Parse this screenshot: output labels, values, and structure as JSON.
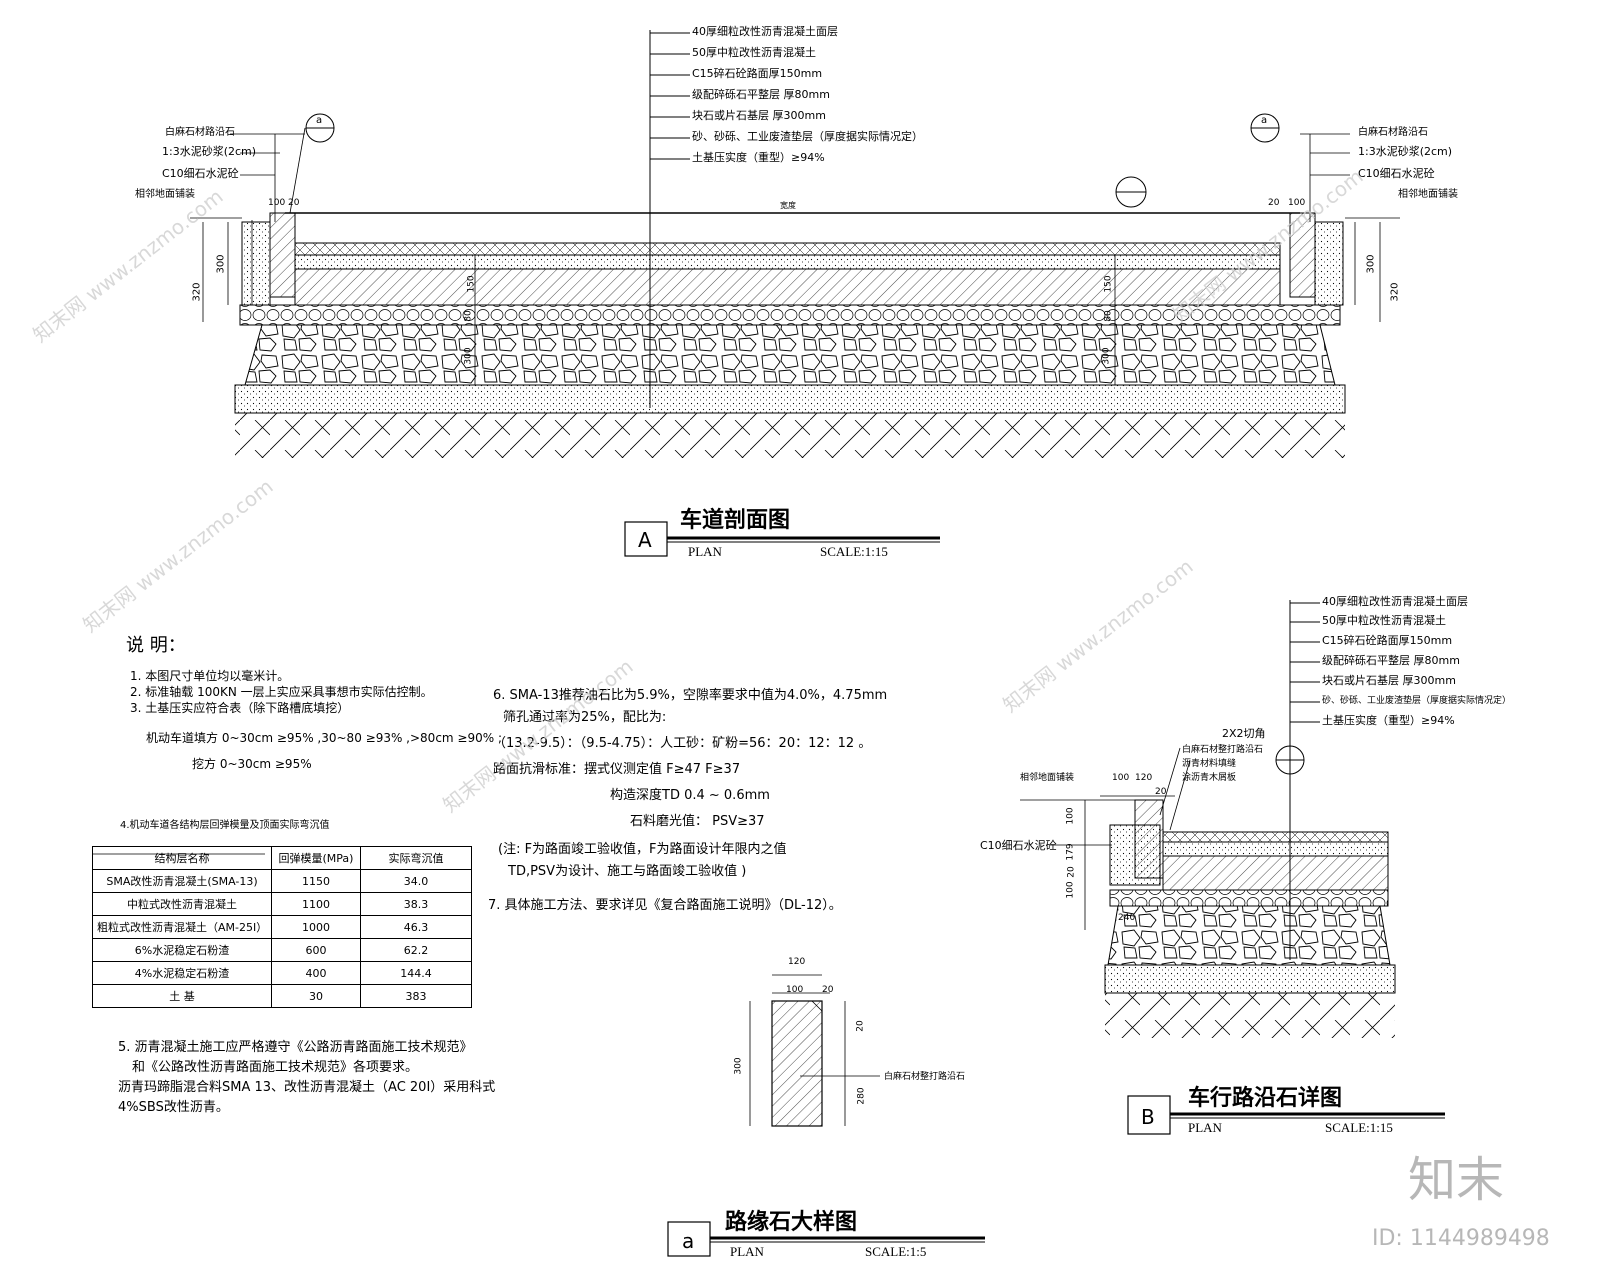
{
  "layers": [
    "40厚细粒改性沥青混凝土面层",
    "50厚中粒改性沥青混凝土",
    "C15碎石砼路面厚150mm",
    "级配碎砾石平整层 厚80mm",
    "块石或片石基层 厚300mm",
    "砂、砂砾、工业废渣垫层（厚度据实际情况定）",
    "土基压实度（重型）≥94%"
  ],
  "curb_left": [
    "白麻石材路沿石",
    "1:3水泥砂浆(2cm)",
    "C10细石水泥砼",
    "相邻地面铺装"
  ],
  "curb_right": [
    "白麻石材路沿石",
    "1:3水泥砂浆(2cm)",
    "C10细石水泥砼",
    "相邻地面铺装"
  ],
  "section_a": {
    "dims": {
      "d1": "100",
      "d2": "20",
      "d3": "300",
      "d4": "320",
      "d5": "20",
      "d6": "150",
      "d7": "80",
      "d8": "300",
      "d9": "100",
      "d10": "20",
      "width": "宽度"
    },
    "ref_left": "a",
    "ref_right": "a",
    "ref_mid": "—",
    "letter": "A",
    "title": "车道剖面图",
    "plan": "PLAN",
    "scale": "SCALE:1:15"
  },
  "notes": {
    "heading": "说 明：",
    "items": [
      "1. 本图尺寸单位均以毫米计。",
      "2. 标准轴载 100KN 一层上实应采具事想市实际估控制。",
      "3. 土基压实应符合表（除下路槽底填挖）",
      "机动车道填方 0~30cm ≥95% ,30~80 ≥93% ,>80cm ≥90% ;",
      "挖方 0~30cm ≥95%"
    ],
    "table_title": "4.机动车道各结构层回弹模量及顶面实际弯沉值",
    "table_header": [
      "结构层名称",
      "回弹模量(MPa)",
      "实际弯沉值"
    ],
    "table_rows": [
      [
        "SMA改性沥青混凝土(SMA-13)",
        "1150",
        "34.0"
      ],
      [
        "中粒式改性沥青混凝土",
        "1100",
        "38.3"
      ],
      [
        "粗粒式改性沥青混凝土（AM-25I）",
        "1000",
        "46.3"
      ],
      [
        "6%水泥稳定石粉渣",
        "600",
        "62.2"
      ],
      [
        "4%水泥稳定石粉渣",
        "400",
        "144.4"
      ],
      [
        "土 基",
        "30",
        "383"
      ]
    ],
    "item5a": "5. 沥青混凝土施工应严格遵守《公路沥青路面施工技术规范》",
    "item5b": "和《公路改性沥青路面施工技术规范》各项要求。",
    "item5c": "沥青玛蹄脂混合料SMA 13、改性沥青混凝土（AC 20I）采用科式",
    "item5d": "4%SBS改性沥青。",
    "mid1": "6. SMA-13推荐油石比为5.9%，空隙率要求中值为4.0%，4.75mm",
    "mid2": "筛孔通过率为25%，配比为:",
    "mid3": "（13.2-9.5）：（9.5-4.75）：人工砂：矿粉=56：20：12：12 。",
    "mid4": "路面抗滑标准：摆式仪测定值 F≥47 F≥37",
    "mid5": "构造深度TD 0.4 ~ 0.6mm",
    "mid6": "石料磨光值： PSV≥37",
    "mid7": "(注: F为路面竣工验收值，F为路面设计年限内之值",
    "mid8": "TD,PSV为设计、施工与路面竣工验收值 )",
    "mid9": "7. 具体施工方法、要求详见《复合路面施工说明》（DL-12）。"
  },
  "detail_b": {
    "labels": [
      "2X2切角",
      "白麻石材整打路沿石",
      "沥青材料填缝",
      "涂沥青木屑板",
      "相邻地面铺装",
      "C10细石水泥砼"
    ],
    "dims": {
      "a": "100",
      "b": "120",
      "c": "20",
      "d": "100",
      "e": "179",
      "f": "100",
      "g": "20",
      "h": "240"
    },
    "letter": "B",
    "title": "车行路沿石详图",
    "plan": "PLAN",
    "scale": "SCALE:1:15"
  },
  "detail_a": {
    "dims": {
      "top": "120",
      "w1": "100",
      "w2": "20",
      "h": "300",
      "h2": "280",
      "r": "20"
    },
    "label": "白麻石材整打路沿石",
    "letter": "a",
    "title": "路缘石大样图",
    "plan": "PLAN",
    "scale": "SCALE:1:5"
  },
  "brand": {
    "logo": "知末",
    "id": "ID: 1144989498",
    "watermark": "知末网 www.znzmo.com"
  }
}
